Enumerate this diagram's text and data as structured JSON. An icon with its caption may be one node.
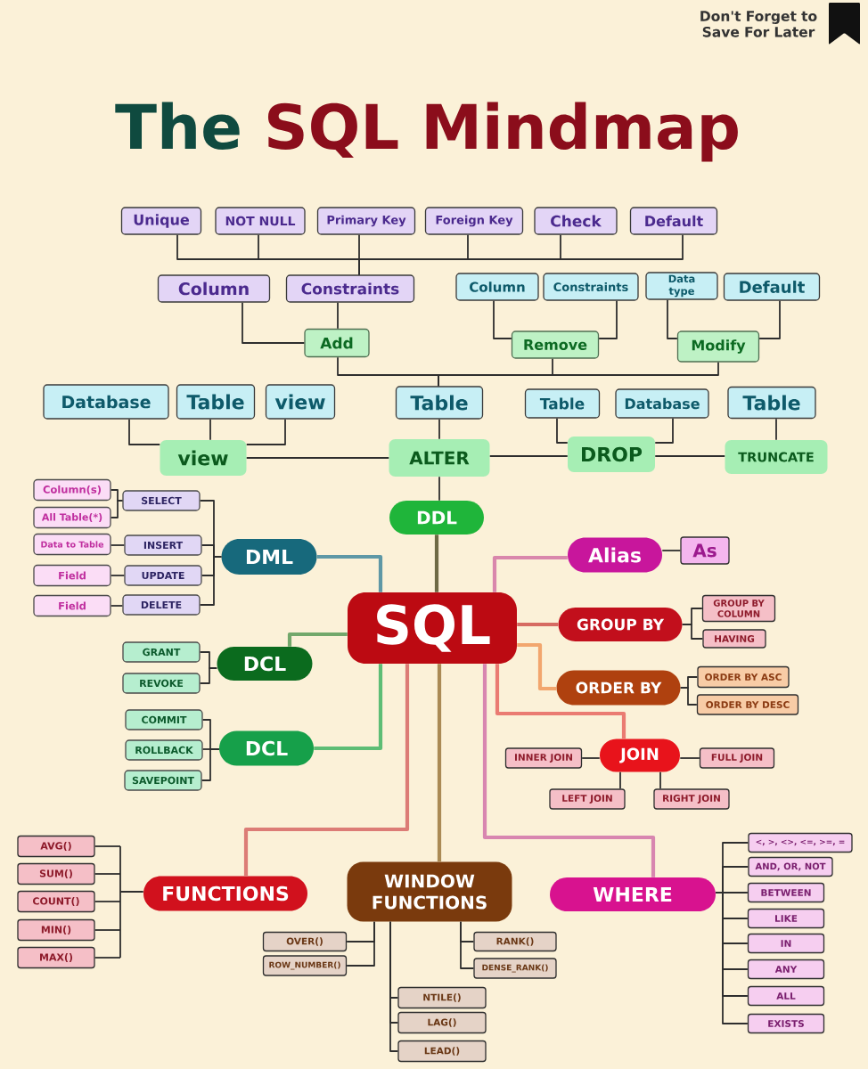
{
  "diagram": {
    "title": "The SQL Mindmap",
    "nodes": [
      {
        "text": [
          "Unique"
        ]
      },
      {
        "text": [
          "NOT NULL"
        ]
      },
      {
        "text": [
          "Primary Key"
        ]
      },
      {
        "text": [
          "Foreign Key"
        ]
      },
      {
        "text": [
          "Check"
        ]
      },
      {
        "text": [
          "Default"
        ]
      },
      {
        "text": [
          "Column"
        ]
      },
      {
        "text": [
          "Constraints"
        ]
      },
      {
        "text": [
          "Column"
        ]
      },
      {
        "text": [
          "Constraints"
        ]
      },
      {
        "text": [
          "Data type"
        ]
      },
      {
        "text": [
          "Default"
        ]
      },
      {
        "text": [
          "Add"
        ]
      },
      {
        "text": [
          "Remove"
        ]
      },
      {
        "text": [
          "Modify"
        ]
      },
      {
        "text": [
          "Database"
        ]
      },
      {
        "text": [
          "Table"
        ]
      },
      {
        "text": [
          "view"
        ]
      },
      {
        "text": [
          "Table"
        ]
      },
      {
        "text": [
          "Table"
        ]
      },
      {
        "text": [
          "Database"
        ]
      },
      {
        "text": [
          "Table"
        ]
      },
      {
        "text": [
          "view"
        ]
      },
      {
        "text": [
          "ALTER"
        ]
      },
      {
        "text": [
          "DROP"
        ]
      },
      {
        "text": [
          "TRUNCATE"
        ]
      },
      {
        "text": [
          "DDL"
        ]
      },
      {
        "text": [
          "Column(s)"
        ]
      },
      {
        "text": [
          "All Table(*)"
        ]
      },
      {
        "text": [
          "SELECT"
        ]
      },
      {
        "text": [
          "Data to Table"
        ]
      },
      {
        "text": [
          "INSERT"
        ]
      },
      {
        "text": [
          "Field"
        ]
      },
      {
        "text": [
          "UPDATE"
        ]
      },
      {
        "text": [
          "Field"
        ]
      },
      {
        "text": [
          "DELETE"
        ]
      },
      {
        "text": [
          "DML"
        ]
      },
      {
        "text": [
          "Alias"
        ]
      },
      {
        "text": [
          "As"
        ]
      },
      {
        "text": [
          "SQL"
        ]
      },
      {
        "text": [
          "GROUP BY"
        ]
      },
      {
        "text": [
          "GROUP BY COLUMN"
        ]
      },
      {
        "text": [
          "HAVING"
        ]
      },
      {
        "text": [
          "GRANT"
        ]
      },
      {
        "text": [
          "REVOKE"
        ]
      },
      {
        "text": [
          "DCL"
        ]
      },
      {
        "text": [
          "ORDER BY"
        ]
      },
      {
        "text": [
          "ORDER BY ASC"
        ]
      },
      {
        "text": [
          "ORDER BY DESC"
        ]
      },
      {
        "text": [
          "COMMIT"
        ]
      },
      {
        "text": [
          "ROLLBACK"
        ]
      },
      {
        "text": [
          "SAVEPOINT"
        ]
      },
      {
        "text": [
          "DCL"
        ]
      },
      {
        "text": [
          "INNER JOIN"
        ]
      },
      {
        "text": [
          "JOIN"
        ]
      },
      {
        "text": [
          "FULL JOIN"
        ]
      },
      {
        "text": [
          "LEFT JOIN"
        ]
      },
      {
        "text": [
          "RIGHT JOIN"
        ]
      },
      {
        "text": [
          "AVG()"
        ]
      },
      {
        "text": [
          "SUM()"
        ]
      },
      {
        "text": [
          "COUNT()"
        ]
      },
      {
        "text": [
          "MIN()"
        ]
      },
      {
        "text": [
          "MAX()"
        ]
      },
      {
        "text": [
          "FUNCTIONS"
        ]
      },
      {
        "text": [
          "WINDOW FUNCTIONS"
        ]
      },
      {
        "text": [
          "WHERE"
        ]
      },
      {
        "text": [
          "<, >, <>, <=, >=, ="
        ]
      },
      {
        "text": [
          "AND, OR, NOT"
        ]
      },
      {
        "text": [
          "BETWEEN"
        ]
      },
      {
        "text": [
          "LIKE"
        ]
      },
      {
        "text": [
          "IN"
        ]
      },
      {
        "text": [
          "ANY"
        ]
      },
      {
        "text": [
          "ALL"
        ]
      },
      {
        "text": [
          "EXISTS"
        ]
      },
      {
        "text": [
          "OVER()"
        ]
      },
      {
        "text": [
          "ROW_NUMBER()"
        ]
      },
      {
        "text": [
          "RANK()"
        ]
      },
      {
        "text": [
          "DENSE_RANK()"
        ]
      },
      {
        "text": [
          "NTILE()"
        ]
      },
      {
        "text": [
          "LAG()"
        ]
      },
      {
        "text": [
          "LEAD()"
        ]
      }
    ],
    "edges": [
      {
        "from": 7,
        "to": 0,
        "arrow": "none"
      },
      {
        "from": 7,
        "to": 1,
        "arrow": "none"
      },
      {
        "from": 7,
        "to": 2,
        "arrow": "none"
      },
      {
        "from": 7,
        "to": 3,
        "arrow": "none"
      },
      {
        "from": 7,
        "to": 4,
        "arrow": "none"
      },
      {
        "from": 7,
        "to": 5,
        "arrow": "none"
      },
      {
        "from": 12,
        "to": 6,
        "arrow": "none"
      },
      {
        "from": 12,
        "to": 7,
        "arrow": "none"
      },
      {
        "from": 13,
        "to": 8,
        "arrow": "none"
      },
      {
        "from": 13,
        "to": 9,
        "arrow": "none"
      },
      {
        "from": 14,
        "to": 10,
        "arrow": "none"
      },
      {
        "from": 14,
        "to": 11,
        "arrow": "none"
      },
      {
        "from": 18,
        "to": 12,
        "arrow": "none"
      },
      {
        "from": 18,
        "to": 13,
        "arrow": "none"
      },
      {
        "from": 18,
        "to": 14,
        "arrow": "none"
      },
      {
        "from": 22,
        "to": 15,
        "arrow": "none"
      },
      {
        "from": 22,
        "to": 16,
        "arrow": "none"
      },
      {
        "from": 22,
        "to": 17,
        "arrow": "none"
      },
      {
        "from": 23,
        "to": 22,
        "arrow": "none"
      },
      {
        "from": 23,
        "to": 18,
        "arrow": "none"
      },
      {
        "from": 23,
        "to": 24,
        "arrow": "none"
      },
      {
        "from": 24,
        "to": 19,
        "arrow": "none"
      },
      {
        "from": 24,
        "to": 20,
        "arrow": "none"
      },
      {
        "from": 24,
        "to": 25,
        "arrow": "none"
      },
      {
        "from": 25,
        "to": 21,
        "arrow": "none"
      },
      {
        "from": 26,
        "to": 23,
        "arrow": "none"
      },
      {
        "from": 39,
        "to": 26,
        "arrow": "none",
        "style": "thick",
        "color": "#6e6a45"
      },
      {
        "from": 39,
        "to": 36,
        "arrow": "none",
        "style": "thick",
        "color": "#5e98a6"
      },
      {
        "from": 36,
        "to": 29,
        "arrow": "none"
      },
      {
        "from": 36,
        "to": 31,
        "arrow": "none"
      },
      {
        "from": 36,
        "to": 33,
        "arrow": "none"
      },
      {
        "from": 36,
        "to": 35,
        "arrow": "none"
      },
      {
        "from": 29,
        "to": 27,
        "arrow": "none"
      },
      {
        "from": 29,
        "to": 28,
        "arrow": "none"
      },
      {
        "from": 31,
        "to": 30,
        "arrow": "none"
      },
      {
        "from": 33,
        "to": 32,
        "arrow": "none"
      },
      {
        "from": 35,
        "to": 34,
        "arrow": "none"
      },
      {
        "from": 39,
        "to": 37,
        "arrow": "none",
        "style": "thick",
        "color": "#d987ac"
      },
      {
        "from": 37,
        "to": 38,
        "arrow": "none"
      },
      {
        "from": 39,
        "to": 40,
        "arrow": "none",
        "style": "thick",
        "color": "#d66b62"
      },
      {
        "from": 40,
        "to": 41,
        "arrow": "none"
      },
      {
        "from": 40,
        "to": 42,
        "arrow": "none"
      },
      {
        "from": 39,
        "to": 45,
        "arrow": "none",
        "style": "thick",
        "color": "#72a86b"
      },
      {
        "from": 45,
        "to": 43,
        "arrow": "none"
      },
      {
        "from": 45,
        "to": 44,
        "arrow": "none"
      },
      {
        "from": 39,
        "to": 46,
        "arrow": "none",
        "style": "thick",
        "color": "#f2a66e"
      },
      {
        "from": 46,
        "to": 47,
        "arrow": "none"
      },
      {
        "from": 46,
        "to": 48,
        "arrow": "none"
      },
      {
        "from": 39,
        "to": 52,
        "arrow": "none",
        "style": "thick",
        "color": "#5dbd75"
      },
      {
        "from": 52,
        "to": 49,
        "arrow": "none"
      },
      {
        "from": 52,
        "to": 50,
        "arrow": "none"
      },
      {
        "from": 52,
        "to": 51,
        "arrow": "none"
      },
      {
        "from": 39,
        "to": 54,
        "arrow": "none",
        "style": "thick",
        "color": "#ea7b72"
      },
      {
        "from": 54,
        "to": 53,
        "arrow": "none"
      },
      {
        "from": 54,
        "to": 55,
        "arrow": "none"
      },
      {
        "from": 54,
        "to": 56,
        "arrow": "none"
      },
      {
        "from": 54,
        "to": 57,
        "arrow": "none"
      },
      {
        "from": 39,
        "to": 63,
        "arrow": "none",
        "style": "thick",
        "color": "#dc7c76"
      },
      {
        "from": 63,
        "to": 58,
        "arrow": "none"
      },
      {
        "from": 63,
        "to": 59,
        "arrow": "none"
      },
      {
        "from": 63,
        "to": 60,
        "arrow": "none"
      },
      {
        "from": 63,
        "to": 61,
        "arrow": "none"
      },
      {
        "from": 63,
        "to": 62,
        "arrow": "none"
      },
      {
        "from": 39,
        "to": 64,
        "arrow": "none",
        "style": "thick",
        "color": "#aa8a55"
      },
      {
        "from": 64,
        "to": 74,
        "arrow": "none"
      },
      {
        "from": 64,
        "to": 75,
        "arrow": "none"
      },
      {
        "from": 64,
        "to": 76,
        "arrow": "none"
      },
      {
        "from": 64,
        "to": 77,
        "arrow": "none"
      },
      {
        "from": 64,
        "to": 78,
        "arrow": "none"
      },
      {
        "from": 64,
        "to": 79,
        "arrow": "none"
      },
      {
        "from": 64,
        "to": 80,
        "arrow": "none"
      },
      {
        "from": 39,
        "to": 65,
        "arrow": "none",
        "style": "thick",
        "color": "#d886b0"
      },
      {
        "from": 65,
        "to": 66,
        "arrow": "none"
      },
      {
        "from": 65,
        "to": 67,
        "arrow": "none"
      },
      {
        "from": 65,
        "to": 68,
        "arrow": "none"
      },
      {
        "from": 65,
        "to": 69,
        "arrow": "none"
      },
      {
        "from": 65,
        "to": 70,
        "arrow": "none"
      },
      {
        "from": 65,
        "to": 71,
        "arrow": "none"
      },
      {
        "from": 65,
        "to": 72,
        "arrow": "none"
      },
      {
        "from": 65,
        "to": 73,
        "arrow": "none"
      }
    ],
    "labels": [
      "Don't Forget to Save For Later"
    ]
  }
}
